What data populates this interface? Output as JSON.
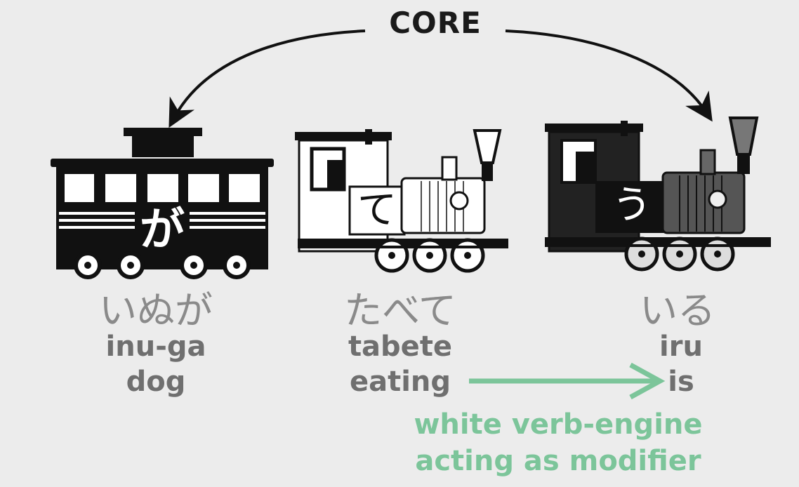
{
  "core_label": "CORE",
  "cars": [
    {
      "glyph": "が",
      "kana": "いぬが",
      "romaji": "inu-ga",
      "english": "dog",
      "icon": "caboose-icon"
    },
    {
      "glyph": "て",
      "kana": "たべて",
      "romaji": "tabete",
      "english": "eating",
      "icon": "white-locomotive-icon"
    },
    {
      "glyph": "う",
      "kana": "いる",
      "romaji": "iru",
      "english": "is",
      "icon": "black-locomotive-icon"
    }
  ],
  "modifier_note": [
    "white verb-engine",
    "acting as modifier"
  ],
  "colors": {
    "ink": "#111111",
    "gray_text": "#6f6f6f",
    "kana_text": "#8a8a8a",
    "green": "#7cc59a",
    "background": "#ececec"
  }
}
